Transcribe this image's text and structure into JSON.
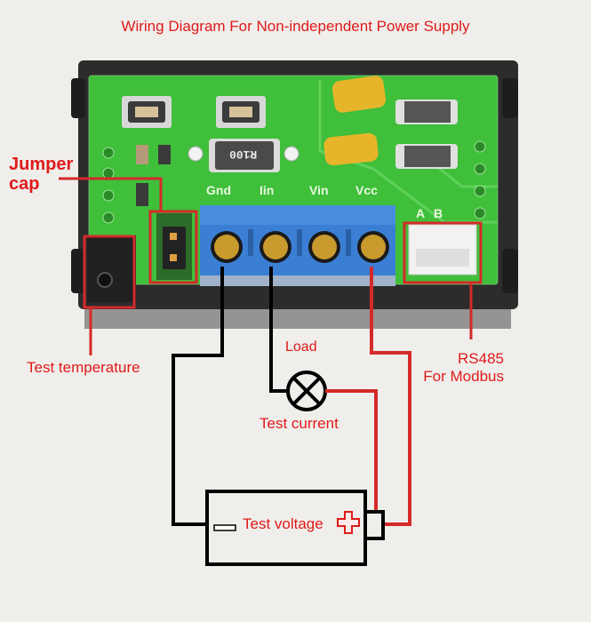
{
  "title": "Wiring Diagram For Non-independent Power Supply",
  "labels": {
    "jumper_cap_line1": "Jumper",
    "jumper_cap_line2": "cap",
    "test_temperature": "Test temperature",
    "load": "Load",
    "test_current": "Test current",
    "rs485_line1": "RS485",
    "rs485_line2": "For Modbus",
    "test_voltage": "Test voltage"
  },
  "board": {
    "terminals": [
      "Gnd",
      "Iin",
      "Vin",
      "Vcc"
    ],
    "rs485_pins": [
      "A",
      "B"
    ],
    "shunt_resistor_marking": "R100"
  },
  "symbols": {
    "battery_negative": "minus-sign",
    "battery_positive": "plus-sign",
    "load_lamp": "lamp-cross-circle"
  },
  "colors": {
    "annotation_red": "#e01a1a",
    "wire_black": "#000000",
    "wire_red": "#d42a2a",
    "pcb_green": "#3fbf3a",
    "terminal_blue": "#3b7fd4",
    "background": "#efeeeb"
  }
}
